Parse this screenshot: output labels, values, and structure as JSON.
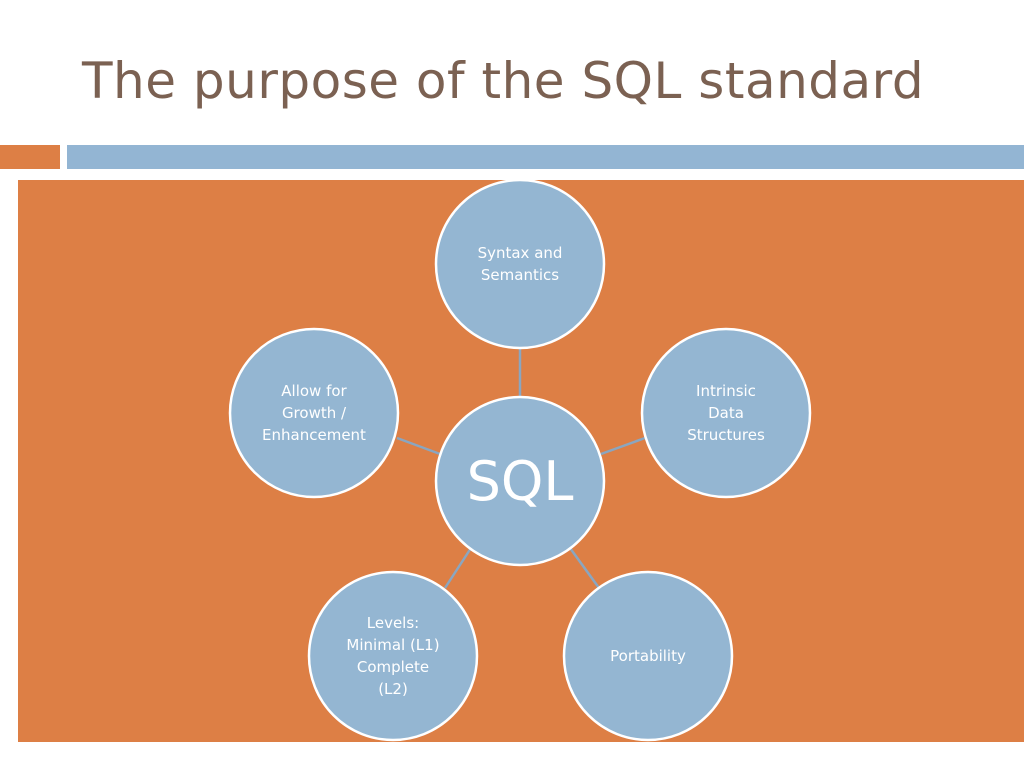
{
  "slide": {
    "title": "The purpose of the SQL standard"
  },
  "colors": {
    "title": "#7b6152",
    "orange": "#dd7f45",
    "blue": "#93b5d3",
    "node_fill": "#94b6d2",
    "node_text": "#ffffff"
  },
  "diagram": {
    "center": {
      "label": "SQL"
    },
    "nodes": [
      {
        "label": "Syntax and\nSemantics"
      },
      {
        "label": "Intrinsic\nData\nStructures"
      },
      {
        "label": "Portability"
      },
      {
        "label": "Levels:\nMinimal (L1)\nComplete\n(L2)"
      },
      {
        "label": "Allow for\nGrowth /\nEnhancement"
      }
    ]
  }
}
